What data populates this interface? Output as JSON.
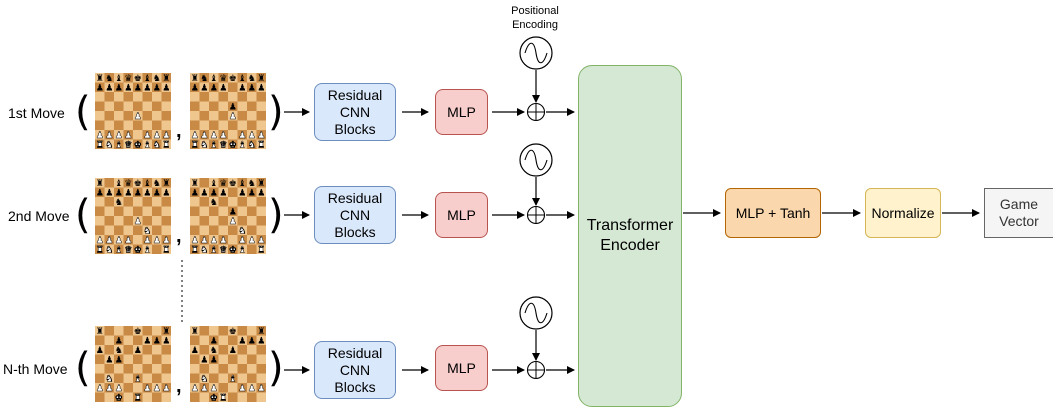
{
  "positional_encoding_label": "Positional\nEncoding",
  "rows": [
    {
      "move_label": "1st Move",
      "cnn_label": "Residual\nCNN\nBlocks",
      "mlp_label": "MLP"
    },
    {
      "move_label": "2nd Move",
      "cnn_label": "Residual\nCNN\nBlocks",
      "mlp_label": "MLP"
    },
    {
      "move_label": "N-th Move",
      "cnn_label": "Residual\nCNN\nBlocks",
      "mlp_label": "MLP"
    }
  ],
  "transformer_label": "Transformer\nEncoder",
  "mlp_tanh_label": "MLP + Tanh",
  "normalize_label": "Normalize",
  "output_label": "Game\nVector",
  "colors": {
    "board_light": "#f0c68f",
    "board_dark": "#c98a45",
    "cnn_fill": "#dae8fc",
    "mlp_fill": "#f8cecc",
    "transformer_fill": "#d5e8d4",
    "mlp_tanh_fill": "#fad7ac",
    "normalize_fill": "#fff2cc",
    "output_fill": "#f5f5f5"
  }
}
